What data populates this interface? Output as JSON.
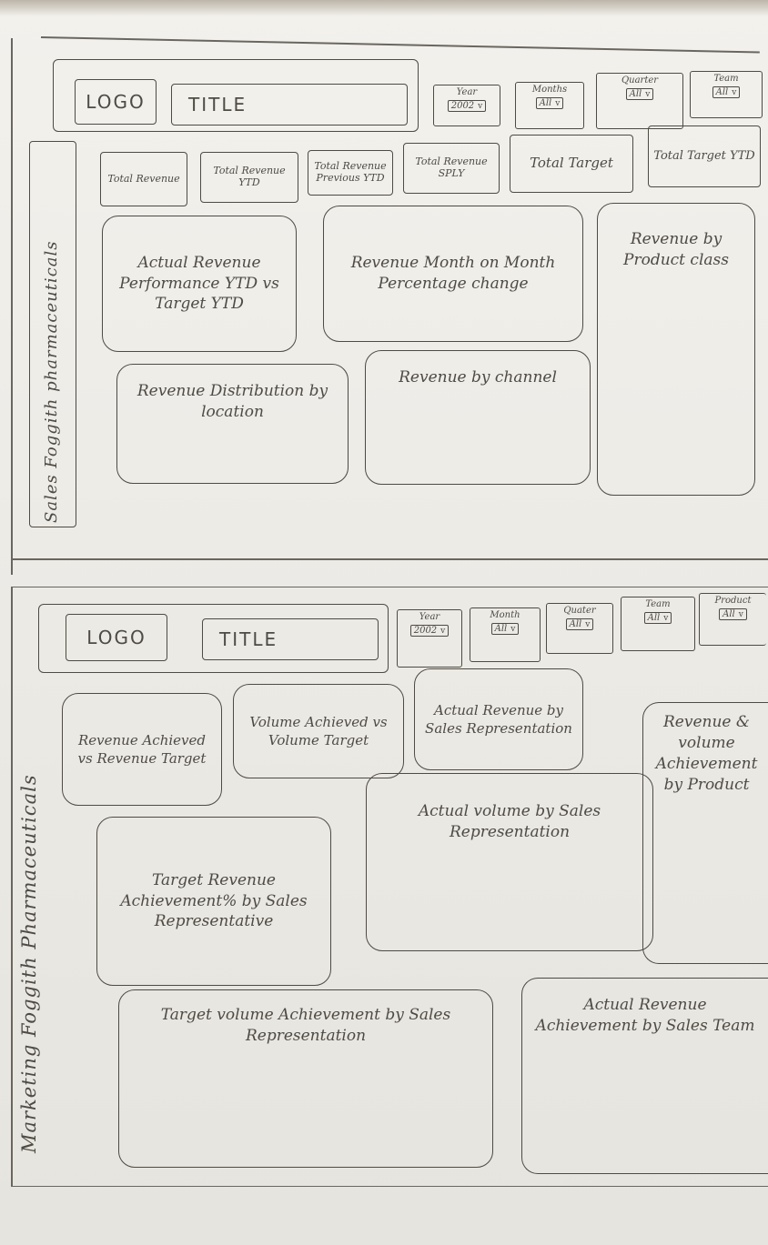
{
  "page1": {
    "side_label": "Sales Foggith pharmaceuticals",
    "logo": "LOGO",
    "title": "TITLE",
    "filters": [
      {
        "label": "Year",
        "value": "2002"
      },
      {
        "label": "Months",
        "value": "All"
      },
      {
        "label": "Quarter",
        "value": "All"
      },
      {
        "label": "Team",
        "value": "All"
      }
    ],
    "kpis": [
      "Total Revenue",
      "Total Revenue YTD",
      "Total Revenue Previous YTD",
      "Total Revenue SPLY",
      "Total Target",
      "Total Target YTD"
    ],
    "panels": {
      "actual_vs_target": "Actual Revenue Performance YTD vs Target YTD",
      "mom_change": "Revenue Month on Month Percentage change",
      "by_product_class": "Revenue by Product class",
      "by_location": "Revenue Distribution by location",
      "by_channel": "Revenue by channel"
    }
  },
  "page2": {
    "side_label": "Marketing Foggith Pharmaceuticals",
    "logo": "LOGO",
    "title": "TITLE",
    "filters": [
      {
        "label": "Year",
        "value": "2002"
      },
      {
        "label": "Month",
        "value": "All"
      },
      {
        "label": "Quater",
        "value": "All"
      },
      {
        "label": "Team",
        "value": "All"
      },
      {
        "label": "Product",
        "value": "All"
      }
    ],
    "panels": {
      "rev_vs_target": "Revenue Achieved vs Revenue Target",
      "vol_vs_target": "Volume Achieved vs Volume Target",
      "actual_rev_by_rep": "Actual Revenue by Sales Representation",
      "rev_vol_by_product": "Revenue & volume Achievement by Product",
      "target_rev_pct_by_rep": "Target Revenue Achievement% by Sales Representative",
      "actual_vol_by_rep": "Actual volume by Sales Representation",
      "target_vol_by_rep": "Target volume Achievement by Sales Representation",
      "actual_rev_by_team": "Actual Revenue Achievement by Sales Team"
    }
  }
}
